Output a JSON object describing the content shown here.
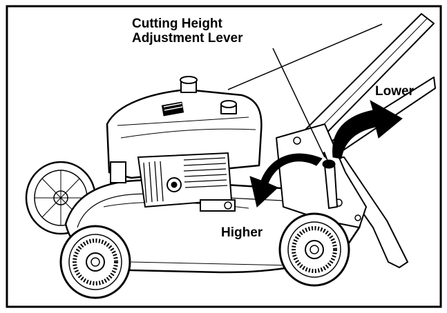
{
  "labels": {
    "lever_line1": "Cutting Height",
    "lever_line2": "Adjustment Lever",
    "lower": "Lower",
    "higher": "Higher"
  },
  "colors": {
    "ink": "#000000",
    "background": "#ffffff"
  },
  "icons": {
    "mower": "lawn-mower-illustration",
    "arrow_lower": "curved-arrow-up-right",
    "arrow_higher": "curved-arrow-down-left"
  }
}
